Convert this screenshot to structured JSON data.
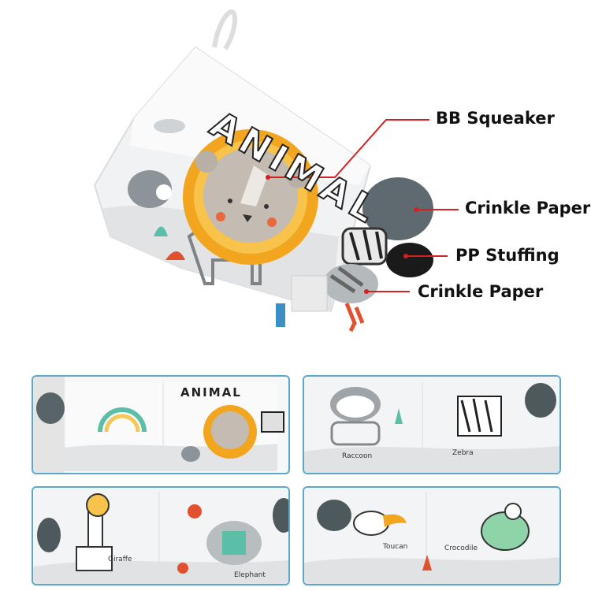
{
  "hero": {
    "book_title": "ANIMAL",
    "callouts": [
      {
        "label": "BB Squeaker"
      },
      {
        "label": "Crinkle Paper"
      },
      {
        "label": "PP Stuffing"
      },
      {
        "label": "Crinkle Paper"
      }
    ]
  },
  "panels": [
    {
      "title": "ANIMAL",
      "labels": []
    },
    {
      "title": "",
      "labels": [
        "Raccoon",
        "Zebra"
      ]
    },
    {
      "title": "",
      "labels": [
        "Giraffe",
        "Elephant"
      ]
    },
    {
      "title": "",
      "labels": [
        "Toucan",
        "Crocodile"
      ]
    }
  ],
  "colors": {
    "callout_line": "#d42020",
    "panel_border": "#5aa9c9",
    "lion_mane": "#f2a51e"
  }
}
